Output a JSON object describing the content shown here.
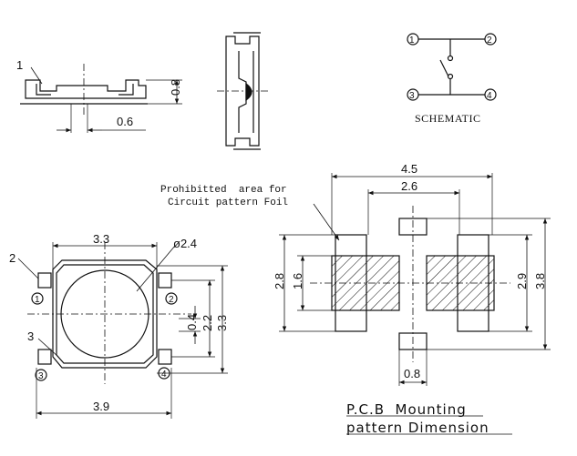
{
  "side_view": {
    "callout": "1",
    "height_dim": "0.8",
    "offset_dim": "0.6"
  },
  "schematic": {
    "pins": [
      "1",
      "2",
      "3",
      "4"
    ],
    "label": "SCHEMATIC"
  },
  "top_view": {
    "callout_2": "2",
    "callout_3": "3",
    "width_dim": "3.3",
    "diameter_dim": "ø2.4",
    "pin_labels": [
      "1",
      "2",
      "3",
      "4"
    ],
    "dim_0_4": "0.4",
    "dim_2_2": "2.2",
    "dim_3_3_v": "3.3",
    "dim_3_9": "3.9"
  },
  "pcb": {
    "prohibited_line1": "Prohibitted  area for",
    "prohibited_line2": "Circuit pattern Foil",
    "dim_4_5": "4.5",
    "dim_2_6": "2.6",
    "dim_2_8": "2.8",
    "dim_1_6": "1.6",
    "dim_2_9": "2.9",
    "dim_3_8": "3.8",
    "dim_0_8": "0.8",
    "title_line1": "P.C.B  Mounting",
    "title_line2": "pattern Dimension"
  }
}
